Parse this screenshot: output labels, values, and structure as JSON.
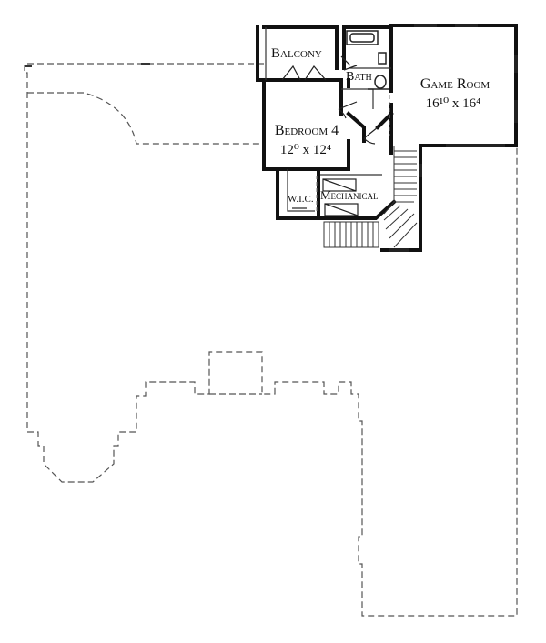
{
  "rooms": {
    "balcony": "Balcony",
    "bath": "Bath",
    "game_room": {
      "name": "Game Room",
      "dims": "16¹⁰ x 16⁴"
    },
    "bedroom_4": {
      "name": "Bedroom 4",
      "dims": "12⁰ x 12⁴"
    },
    "wic": "W.I.C.",
    "mechanical": "Mechanical"
  }
}
